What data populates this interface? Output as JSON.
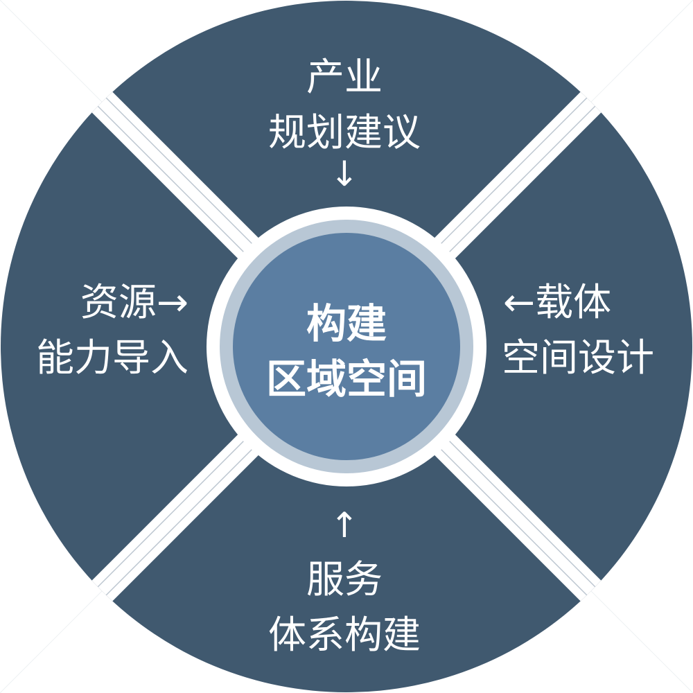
{
  "center": {
    "line1": "构建",
    "line2": "区域空间"
  },
  "quadrants": {
    "top": {
      "line1": "产业",
      "line2": "规划建议",
      "arrow": "↓"
    },
    "left": {
      "line1": "资源→",
      "line2": "能力导入"
    },
    "right": {
      "line1": "←载体",
      "line2": "空间设计"
    },
    "bottom": {
      "arrow": "↑",
      "line1": "服务",
      "line2": "体系构建"
    }
  },
  "colors": {
    "quadrant": "#40596f",
    "separator": "#ffffff",
    "separator_line": "#bcc6d0",
    "center_ring_outer": "#ffffff",
    "center_ring": "#b8c7d5",
    "center_fill": "#5b7ea2",
    "text": "#ffffff"
  }
}
